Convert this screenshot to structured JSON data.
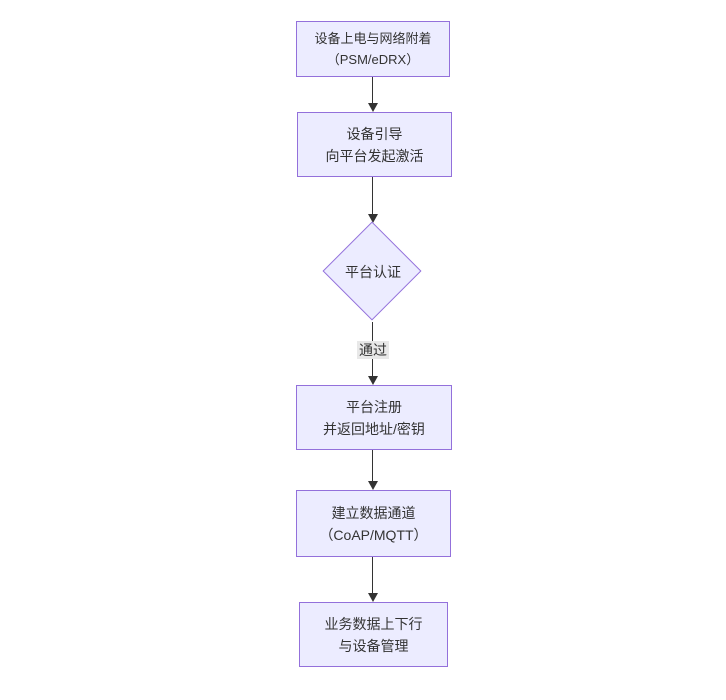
{
  "diagram": {
    "type": "flowchart-vertical",
    "colors": {
      "background": "#ffffff",
      "node_fill": "#ECECFF",
      "node_border": "#9370DB",
      "text": "#333333",
      "arrow": "#333333",
      "edge_label_bg": "#e8e8e8"
    },
    "nodes": [
      {
        "id": "power-attach",
        "shape": "rect",
        "lines": [
          "设备上电与网络附着",
          "（PSM/eDRX）"
        ]
      },
      {
        "id": "bootstrap",
        "shape": "rect",
        "lines": [
          "设备引导",
          "向平台发起激活"
        ]
      },
      {
        "id": "auth-decision",
        "shape": "diamond",
        "lines": [
          "平台认证"
        ]
      },
      {
        "id": "register",
        "shape": "rect",
        "lines": [
          "平台注册",
          "并返回地址/密钥"
        ]
      },
      {
        "id": "data-channel",
        "shape": "rect",
        "lines": [
          "建立数据通道",
          "（CoAP/MQTT）"
        ]
      },
      {
        "id": "business-data",
        "shape": "rect",
        "lines": [
          "业务数据上下行",
          "与设备管理"
        ]
      }
    ],
    "edges": [
      {
        "from": "power-attach",
        "to": "bootstrap",
        "label": ""
      },
      {
        "from": "bootstrap",
        "to": "auth-decision",
        "label": ""
      },
      {
        "from": "auth-decision",
        "to": "register",
        "label": "通过"
      },
      {
        "from": "register",
        "to": "data-channel",
        "label": ""
      },
      {
        "from": "data-channel",
        "to": "business-data",
        "label": ""
      }
    ]
  }
}
